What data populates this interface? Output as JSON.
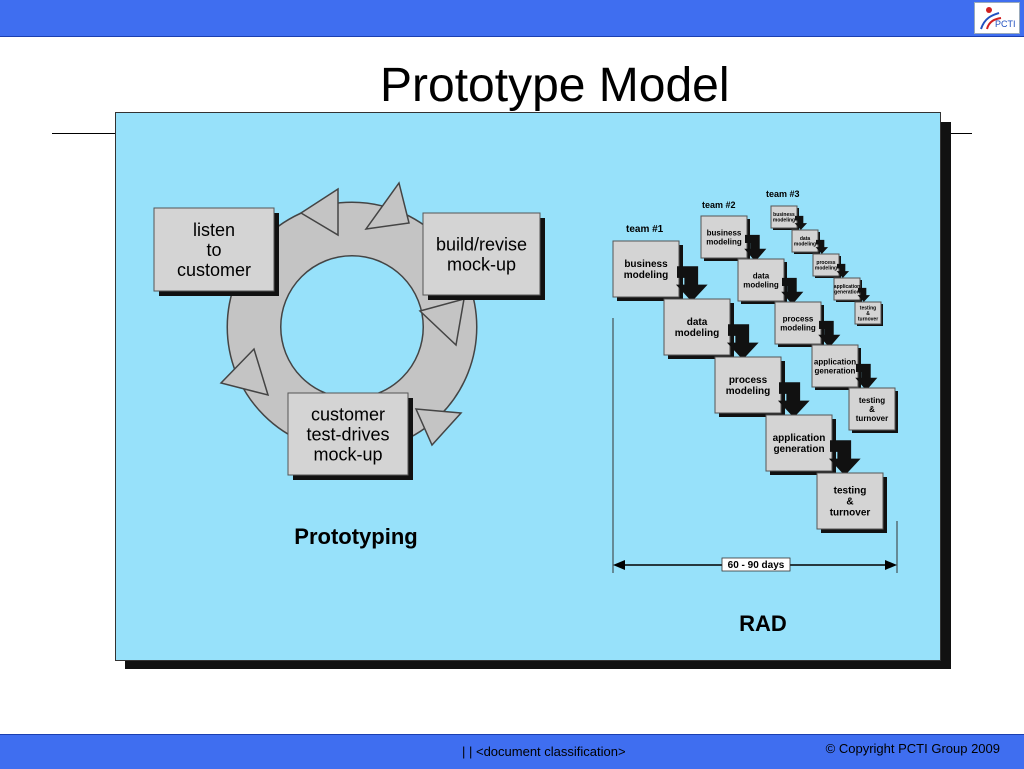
{
  "header": {
    "logo_text": "PCTI"
  },
  "slide": {
    "title": "Prototype Model",
    "prototyping": {
      "caption": "Prototyping",
      "boxes": [
        [
          "listen",
          "to",
          "customer"
        ],
        [
          "build/revise",
          "mock-up"
        ],
        [
          "customer",
          "test-drives",
          "mock-up"
        ]
      ]
    },
    "rad": {
      "caption": "RAD",
      "duration": "60 - 90 days",
      "teams": [
        {
          "label": "team #1",
          "steps": [
            [
              "business",
              "modeling"
            ],
            [
              "data",
              "modeling"
            ],
            [
              "process",
              "modeling"
            ],
            [
              "application",
              "generation"
            ],
            [
              "testing",
              "&",
              "turnover"
            ]
          ]
        },
        {
          "label": "team #2",
          "steps": [
            [
              "business",
              "modeling"
            ],
            [
              "data",
              "modeling"
            ],
            [
              "process",
              "modeling"
            ],
            [
              "application",
              "generation"
            ],
            [
              "testing",
              "&",
              "turnover"
            ]
          ]
        },
        {
          "label": "team #3",
          "steps": [
            [
              "business",
              "modeling"
            ],
            [
              "data",
              "modeling"
            ],
            [
              "process",
              "modeling"
            ],
            [
              "application",
              "generation"
            ],
            [
              "testing",
              "&",
              "turnover"
            ]
          ]
        }
      ]
    }
  },
  "footer": {
    "classification": "|   | <document classification>",
    "copyright": "© Copyright  PCTI Group 2009"
  }
}
